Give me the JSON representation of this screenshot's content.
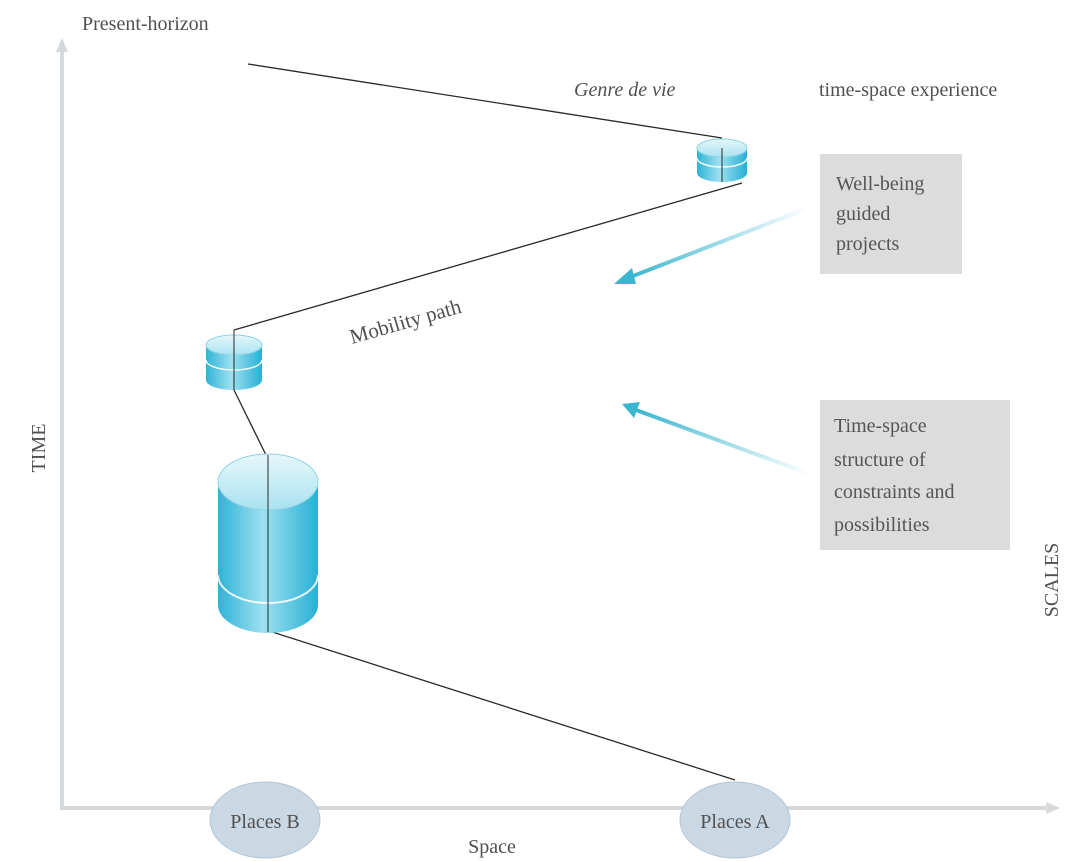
{
  "labels": {
    "present_horizon": "Present-horizon",
    "genre_de_vie": "Genre de vie",
    "time_space_experience": "time-space experience",
    "mobility_path": "Mobility path",
    "time_axis": "TIME",
    "space_axis": "Space",
    "scales": "SCALES"
  },
  "boxes": {
    "well_being": [
      "Well-being",
      "guided",
      "projects"
    ],
    "time_space_structure": [
      "Time-space",
      "structure of",
      "constraints and",
      "possibilities"
    ]
  },
  "places": {
    "b": "Places B",
    "a": "Places A"
  },
  "colors": {
    "cylinder_top": "#bfeaf4",
    "cylinder_body": "#2cb8d8",
    "arrow": "#3ab6d0",
    "axis": "#d6d9dc",
    "box": "#dcdcdc",
    "ellipse": "#cad8e4"
  }
}
